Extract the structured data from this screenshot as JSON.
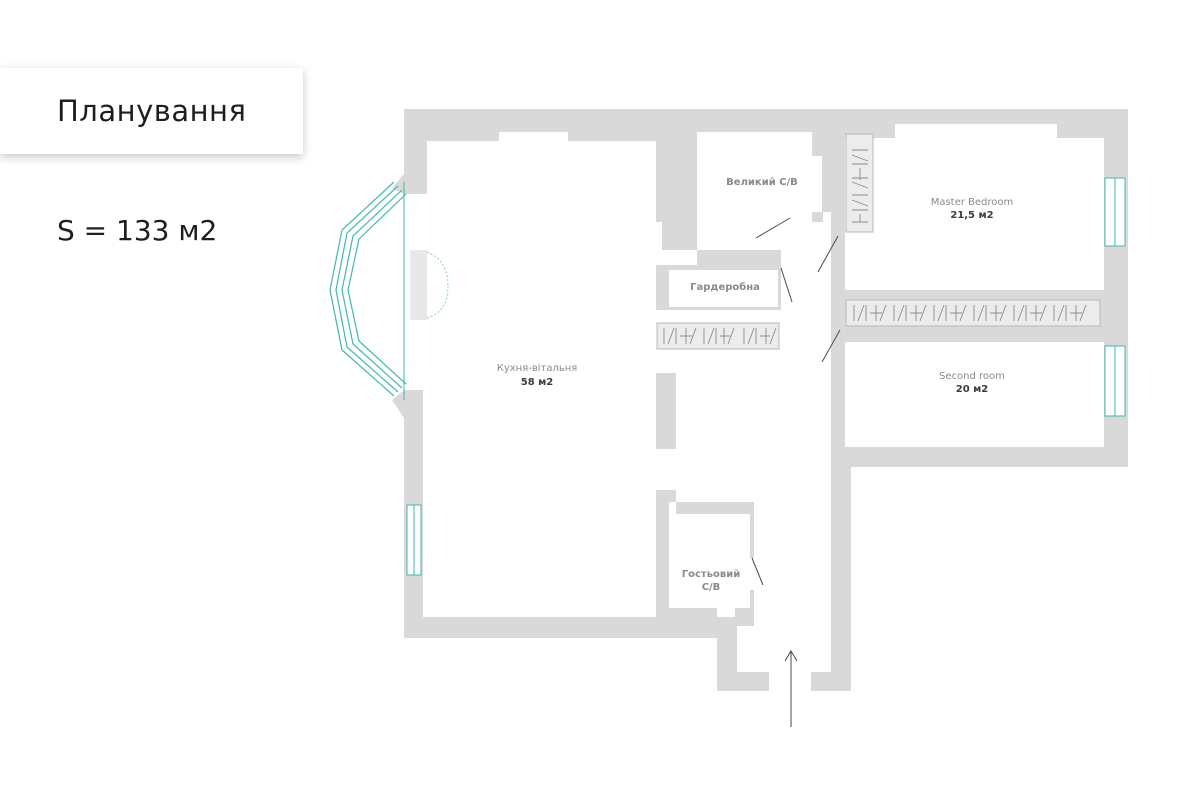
{
  "header": {
    "title": "Планування"
  },
  "summary": {
    "area": "S = 133 м2"
  },
  "rooms": {
    "kitchen": {
      "name": "Кухня-вітальня",
      "area": "58 м2"
    },
    "big_bath": {
      "name": "Великий С/В"
    },
    "wardrobe": {
      "name": "Гардеробна"
    },
    "master": {
      "name": "Master Bedroom",
      "area": "21,5 м2"
    },
    "second": {
      "name": "Second room",
      "area": "20 м2"
    },
    "guest_bath": {
      "name_line1": "Гостьовий",
      "name_line2": "С/В"
    }
  },
  "colors": {
    "wall": "#d9d9d9",
    "window": "#3fb9b0",
    "closet": "#ececec"
  }
}
